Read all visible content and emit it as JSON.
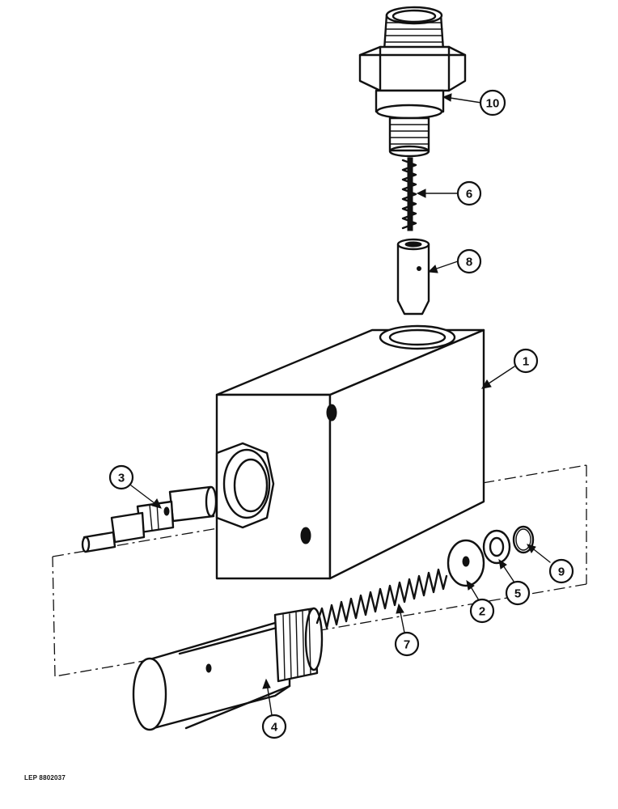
{
  "callouts": {
    "c1": "1",
    "c2": "2",
    "c3": "3",
    "c4": "4",
    "c5": "5",
    "c6": "6",
    "c7": "7",
    "c8": "8",
    "c9": "9",
    "c10": "10"
  },
  "reference_code": "LEP 8802037"
}
